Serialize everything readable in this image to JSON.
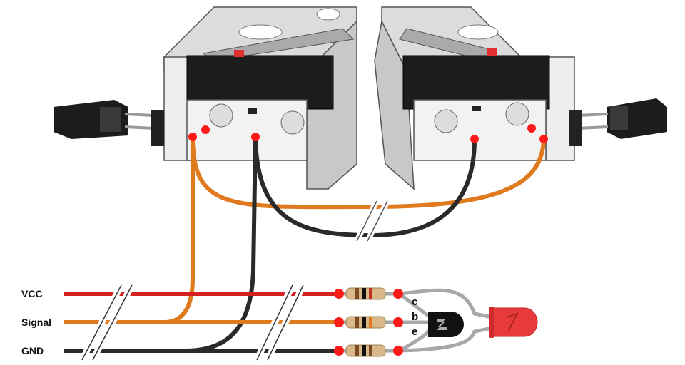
{
  "diagram": {
    "lines": [
      {
        "label": "VCC",
        "color": "#d42020"
      },
      {
        "label": "Signal",
        "color": "#e07a1e"
      },
      {
        "label": "GND",
        "color": "#2a2a2a"
      }
    ],
    "transistor_pins": {
      "c": "c",
      "b": "b",
      "e": "e"
    },
    "colors": {
      "junction": "#ff1a1a",
      "switch_bracket": "#e8e8e8",
      "switch_body": "#1a1a1a",
      "led": "#e83a3a",
      "leg": "#a8a8a8"
    }
  }
}
